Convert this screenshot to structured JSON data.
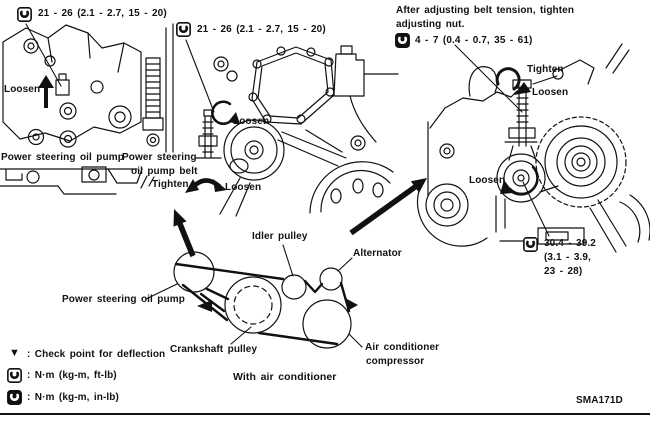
{
  "colors": {
    "ink": "#111111",
    "paper": "#ffffff"
  },
  "views": {
    "left": {
      "torque": "21 - 26 (2.1 - 2.7, 15 - 20)",
      "loosen": "Loosen",
      "pump_label": "Power steering oil pump",
      "belt_label_line1": "Power steering",
      "belt_label_line2": "oil pump belt",
      "tighten": "Tighten",
      "belt_loosen": "Loosen"
    },
    "middle": {
      "torque": "21 - 26 (2.1 - 2.7, 15 - 20)",
      "loosen": "Loosen"
    },
    "right": {
      "note_line1": "After adjusting belt tension, tighten",
      "note_line2": "adjusting nut.",
      "nut_torque": "4 - 7 (0.4 - 0.7, 35 - 61)",
      "tighten": "Tighten",
      "loosen": "Loosen",
      "idler_loosen": "Loosen",
      "idler_torque_line1": "30.4 - 39.2",
      "idler_torque_line2": "(3.1 - 3.9,",
      "idler_torque_line3": "23 - 28)"
    }
  },
  "schematic": {
    "idler_pulley": "Idler pulley",
    "alternator": "Alternator",
    "power_steering_pump": "Power steering oil pump",
    "crankshaft_pulley": "Crankshaft pulley",
    "ac_compressor_line1": "Air conditioner",
    "ac_compressor_line2": "compressor",
    "caption": "With air conditioner"
  },
  "legend": {
    "check_point_symbol": "▼",
    "check_point": ": Check point for deflection",
    "ftlb": ": N·m (kg-m, ft-lb)",
    "inlb": ": N·m (kg-m, in-lb)"
  },
  "figure_code": "SMA171D"
}
